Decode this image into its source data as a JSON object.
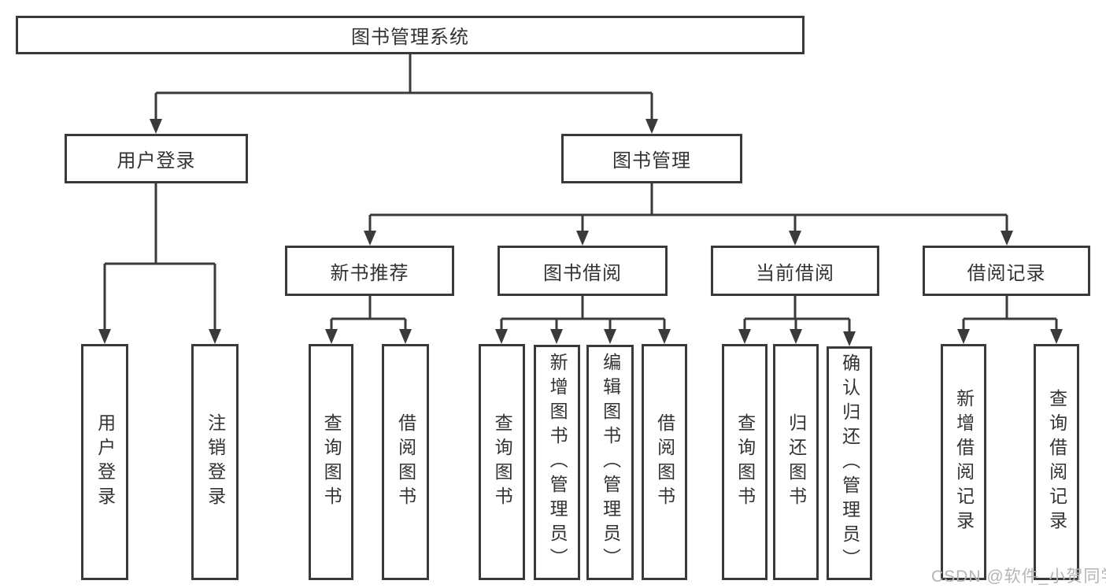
{
  "diagram": {
    "root": {
      "label": "图书管理系统"
    },
    "branches": [
      {
        "label": "用户登录",
        "children": [
          {
            "label": "用户登录"
          },
          {
            "label": "注销登录"
          }
        ]
      },
      {
        "label": "图书管理",
        "children": [
          {
            "label": "新书推荐",
            "children": [
              {
                "label": "查询图书"
              },
              {
                "label": "借阅图书"
              }
            ]
          },
          {
            "label": "图书借阅",
            "children": [
              {
                "label": "查询图书"
              },
              {
                "label": "新增图书（管理员）"
              },
              {
                "label": "编辑图书（管理员）"
              },
              {
                "label": "借阅图书"
              }
            ]
          },
          {
            "label": "当前借阅",
            "children": [
              {
                "label": "查询图书"
              },
              {
                "label": "归还图书"
              },
              {
                "label": "确认归还（管理员）"
              }
            ]
          },
          {
            "label": "借阅记录",
            "children": [
              {
                "label": "新增借阅记录"
              },
              {
                "label": "查询借阅记录"
              }
            ]
          }
        ]
      }
    ],
    "watermark": "CSDN @软件_小贺同学"
  },
  "colors": {
    "line": "#3a3a3a",
    "text": "#333333",
    "watermark": "#b5b5b5",
    "background": "#ffffff"
  }
}
